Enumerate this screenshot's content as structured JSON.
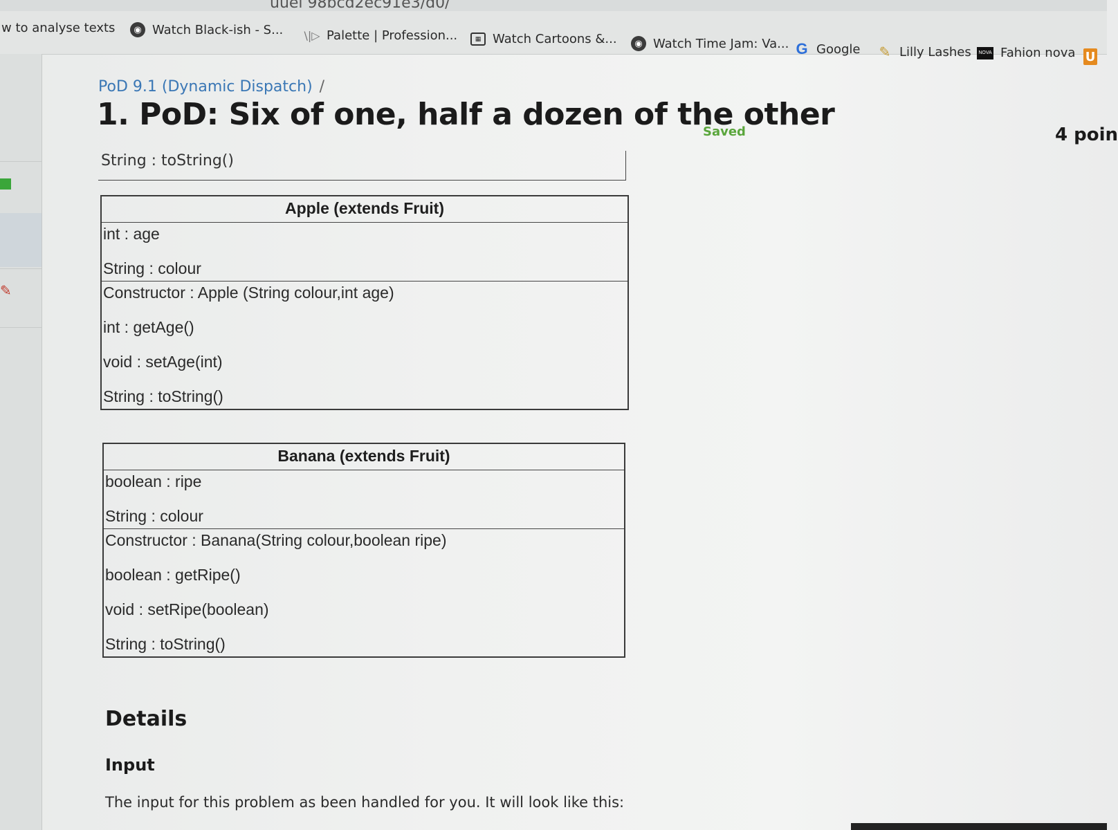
{
  "browser": {
    "url_fragment": "uuel 98bcd2ec91e3/d0/",
    "bookmarks": [
      {
        "label": "w to analyse texts",
        "icon": "none"
      },
      {
        "label": "Watch Black-ish - S...",
        "icon": "globe-icon"
      },
      {
        "label": "Palette | Profession...",
        "icon": "palette-icon"
      },
      {
        "label": "Watch Cartoons &...",
        "icon": "tv-icon"
      },
      {
        "label": "Watch Time Jam: Va...",
        "icon": "globe-icon"
      },
      {
        "label": "Google",
        "icon": "google-icon"
      },
      {
        "label": "Lilly Lashes",
        "icon": "lashes-icon"
      },
      {
        "label": "Fahion nova",
        "icon": "nova-icon"
      },
      {
        "label": "",
        "icon": "u-icon"
      }
    ],
    "nova_icon_text": "NOVA",
    "u_icon_text": "U"
  },
  "page": {
    "breadcrumb": {
      "link": "PoD 9.1 (Dynamic Dispatch)",
      "separator": "/"
    },
    "title": "1. PoD: Six of one, half a dozen of the other",
    "saved_label": "Saved",
    "points": "4 poin",
    "partial_text": "String : toString()"
  },
  "uml": {
    "apple": {
      "header": "Apple (extends Fruit)",
      "fields": [
        "int : age",
        "String : colour"
      ],
      "methods": [
        "Constructor : Apple (String colour,int age)",
        "int : getAge()",
        "void : setAge(int)",
        "String : toString()"
      ]
    },
    "banana": {
      "header": "Banana (extends Fruit)",
      "fields": [
        "boolean : ripe",
        "String : colour"
      ],
      "methods": [
        "Constructor : Banana(String colour,boolean ripe)",
        "boolean : getRipe()",
        "void : setRipe(boolean)",
        "String : toString()"
      ]
    }
  },
  "details": {
    "heading": "Details",
    "input_heading": "Input",
    "input_text": "The input for this problem as been handled for you. It will look like this:"
  }
}
